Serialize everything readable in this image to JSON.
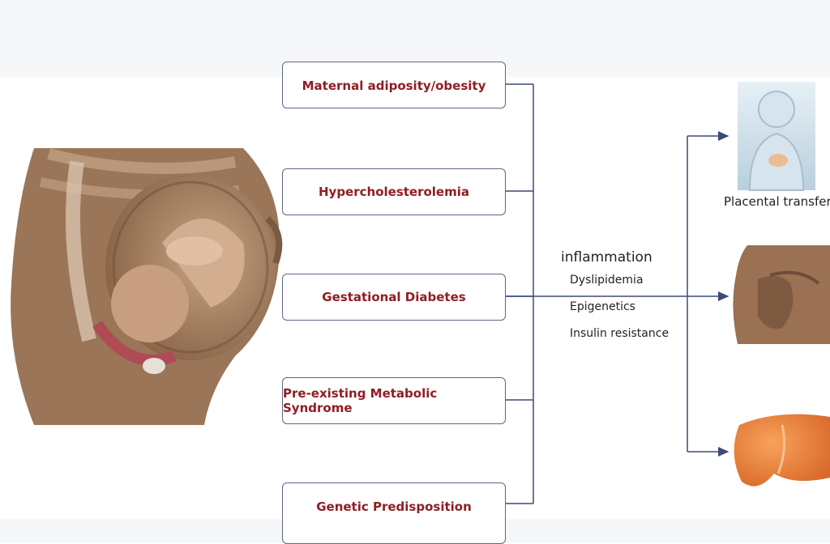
{
  "risk_factors": [
    "Maternal adiposity/obesity",
    "Hypercholesterolemia",
    "Gestational Diabetes",
    "Pre-existing Metabolic Syndrome",
    "Genetic Predisposition"
  ],
  "mechanisms": {
    "title": "inflammation",
    "items": [
      "Dyslipidemia",
      "Epigenetics",
      "Insulin resistance"
    ]
  },
  "outcomes": {
    "label": "Placental transfer"
  },
  "colors": {
    "factor_text": "#8f1e24",
    "box_border": "#5f6587",
    "connector": "#3f4a7a",
    "skin": "#a07b5d",
    "liver": "#ec8a3a"
  },
  "illustrations": {
    "pregnancy": "pregnant-torso-cross-section",
    "child": "child-silhouette",
    "torso": "abdomen-torso",
    "liver": "liver-organ"
  }
}
